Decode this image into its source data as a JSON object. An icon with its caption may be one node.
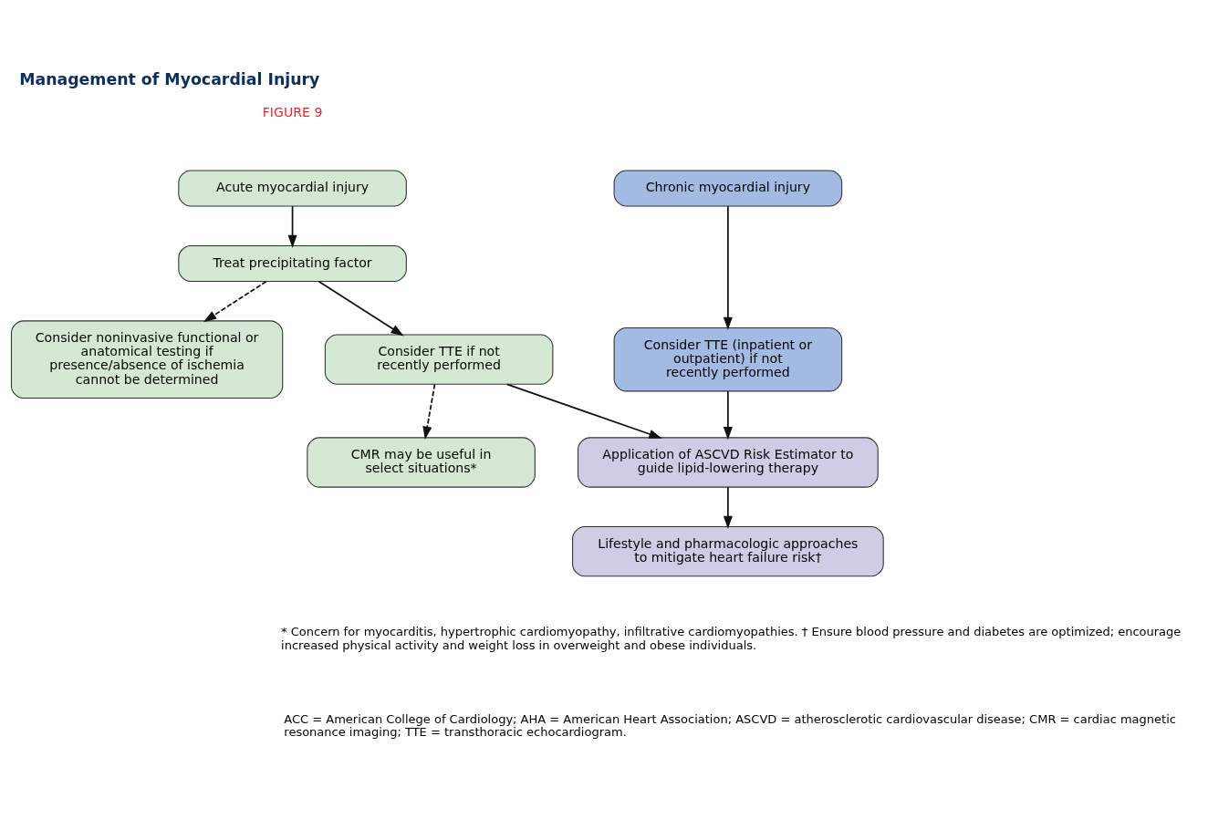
{
  "diagram": {
    "title": "Management of Myocardial Injury",
    "caption": "* Concern for myocarditis, hypertrophic cardiomyopathy, infiltrative cardiomyopathies. † Ensure blood pressure and diabetes are optimized; encourage increased physical activity and weight loss in overweight and obese individuals.",
    "nodes": [
      {
        "text": [
          "Acute myocardial injury"
        ]
      },
      {
        "text": [
          "Chronic myocardial injury"
        ]
      },
      {
        "text": [
          "Treat precipitating factor"
        ]
      },
      {
        "text": [
          "Consider noninvasive functional or anatomical testing if presence/absence of ischemia cannot be determined"
        ]
      },
      {
        "text": [
          "Consider TTE if not recently performed"
        ]
      },
      {
        "text": [
          "Consider TTE (inpatient or outpatient) if not recently performed"
        ]
      },
      {
        "text": [
          "CMR may be useful in select situations*"
        ]
      },
      {
        "text": [
          "Application of ASCVD Risk Estimator to guide lipid-lowering therapy"
        ]
      },
      {
        "text": [
          "Lifestyle and pharmacologic approaches to mitigate heart failure risk†"
        ]
      }
    ],
    "edges": [
      {
        "from": 0,
        "to": 2,
        "arrow": "to"
      },
      {
        "from": 2,
        "to": 4,
        "arrow": "to"
      },
      {
        "from": 2,
        "to": 3,
        "arrow": "to",
        "style": "dashed"
      },
      {
        "from": 1,
        "to": 5,
        "arrow": "to"
      },
      {
        "from": 4,
        "to": 7,
        "arrow": "to"
      },
      {
        "from": 5,
        "to": 7,
        "arrow": "to"
      },
      {
        "from": 4,
        "to": 6,
        "arrow": "to",
        "style": "dashed"
      },
      {
        "from": 7,
        "to": 8,
        "arrow": "to"
      }
    ],
    "labels": [
      "FIGURE 9",
      "ACC = American College of Cardiology; AHA = American Heart Association; ASCVD = atherosclerotic cardiovascular disease; CMR = cardiac magnetic resonance imaging; TTE = transthoracic echocardiogram."
    ]
  }
}
